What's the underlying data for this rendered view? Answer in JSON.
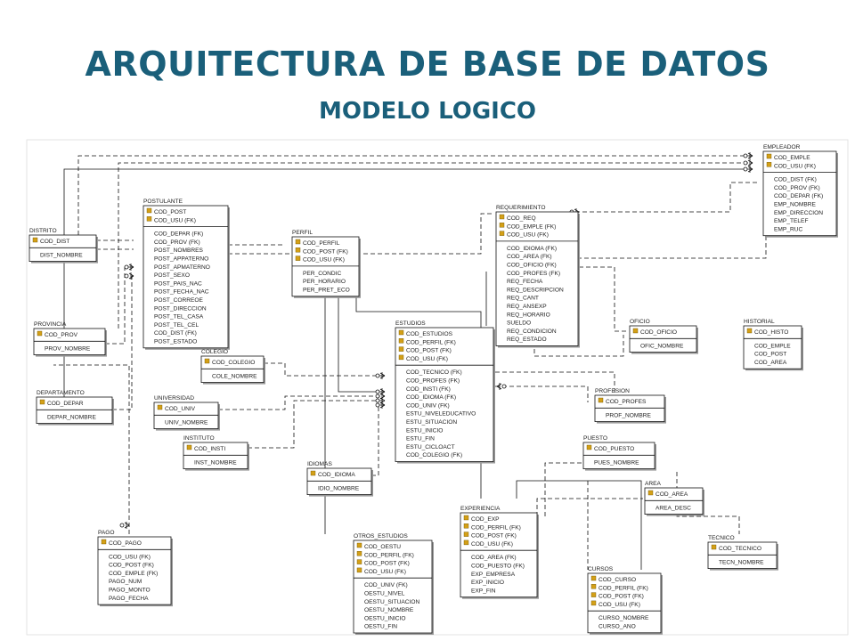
{
  "slide": {
    "title": "ARQUITECTURA DE BASE DE DATOS",
    "subtitle": "MODELO LOGICO"
  },
  "entities": [
    {
      "id": "empleador",
      "name": "EMPLEADOR",
      "pk": [
        "COD_EMPLE",
        "COD_USU (FK)"
      ],
      "attrs": [
        "COD_DIST (FK)",
        "COD_PROV (FK)",
        "COD_DEPAR (FK)",
        "EMP_NOMBRE",
        "EMP_DIRECCION",
        "EMP_TELEF",
        "EMP_RUC"
      ]
    },
    {
      "id": "postulante",
      "name": "POSTULANTE",
      "pk": [
        "COD_POST",
        "COD_USU (FK)"
      ],
      "attrs": [
        "COD_DEPAR (FK)",
        "COD_PROV (FK)",
        "POST_NOMBRES",
        "POST_APPATERNO",
        "POST_APMATERNO",
        "POST_SEXO",
        "POST_PAIS_NAC",
        "POST_FECHA_NAC",
        "POST_CORREOE",
        "POST_DIRECCION",
        "POST_TEL_CASA",
        "POST_TEL_CEL",
        "COD_DIST (FK)",
        "POST_ESTADO"
      ]
    },
    {
      "id": "requerimiento",
      "name": "REQUERIMIENTO",
      "pk": [
        "COD_REQ",
        "COD_EMPLE (FK)",
        "COD_USU (FK)"
      ],
      "attrs": [
        "COD_IDIOMA (FK)",
        "COD_AREA (FK)",
        "COD_OFICIO (FK)",
        "COD_PROFES (FK)",
        "REQ_FECHA",
        "REQ_DESCRIPCION",
        "REQ_CANT",
        "REQ_ANSEXP",
        "REQ_HORARIO",
        "SUELDO",
        "REQ_CONDICION",
        "REQ_ESTADO"
      ]
    },
    {
      "id": "distrito",
      "name": "DISTRITO",
      "pk": [
        "COD_DIST"
      ],
      "attrs": [
        "DIST_NOMBRE"
      ]
    },
    {
      "id": "perfil",
      "name": "PERFIL",
      "pk": [
        "COD_PERFIL",
        "COD_POST (FK)",
        "COD_USU (FK)"
      ],
      "attrs": [
        "PER_CONDIC",
        "PER_HORARIO",
        "PER_PRET_ECO"
      ]
    },
    {
      "id": "provincia",
      "name": "PROVINCIA",
      "pk": [
        "COD_PROV"
      ],
      "attrs": [
        "PROV_NOMBRE"
      ]
    },
    {
      "id": "estudios",
      "name": "ESTUDIOS",
      "pk": [
        "COD_ESTUDIOS",
        "COD_PERFIL (FK)",
        "COD_POST (FK)",
        "COD_USU (FK)"
      ],
      "attrs": [
        "COD_TECNICO (FK)",
        "COD_PROFES (FK)",
        "COD_INSTI (FK)",
        "COD_IDIOMA (FK)",
        "COD_UNIV (FK)",
        "ESTU_NIVELEDUCATIVO",
        "ESTU_SITUACION",
        "ESTU_INICIO",
        "ESTU_FIN",
        "ESTU_CICLOACT",
        "COD_COLEGIO (FK)"
      ]
    },
    {
      "id": "oficio",
      "name": "OFICIO",
      "pk": [
        "COD_OFICIO"
      ],
      "attrs": [
        "OFIC_NOMBRE"
      ]
    },
    {
      "id": "historial",
      "name": "HISTORIAL",
      "pk": [
        "COD_HISTO"
      ],
      "attrs": [
        "COD_EMPLE",
        "COD_POST",
        "COD_AREA"
      ]
    },
    {
      "id": "colegio",
      "name": "COLEGIO",
      "pk": [
        "COD_COLEGIO"
      ],
      "attrs": [
        "COLE_NOMBRE"
      ]
    },
    {
      "id": "departamento",
      "name": "DEPARTAMENTO",
      "pk": [
        "COD_DEPAR"
      ],
      "attrs": [
        "DEPAR_NOMBRE"
      ]
    },
    {
      "id": "universidad",
      "name": "UNIVERSIDAD",
      "pk": [
        "COD_UNIV"
      ],
      "attrs": [
        "UNIV_NOMBRE"
      ]
    },
    {
      "id": "profesion",
      "name": "PROFESION",
      "pk": [
        "COD_PROFES"
      ],
      "attrs": [
        "PROF_NOMBRE"
      ]
    },
    {
      "id": "instituto",
      "name": "INSTITUTO",
      "pk": [
        "COD_INSTI"
      ],
      "attrs": [
        "INST_NOMBRE"
      ]
    },
    {
      "id": "puesto",
      "name": "PUESTO",
      "pk": [
        "COD_PUESTO"
      ],
      "attrs": [
        "PUES_NOMBRE"
      ]
    },
    {
      "id": "idiomas",
      "name": "IDIOMAS",
      "pk": [
        "COD_IDIOMA"
      ],
      "attrs": [
        "IDIO_NOMBRE"
      ]
    },
    {
      "id": "area",
      "name": "AREA",
      "pk": [
        "COD_AREA"
      ],
      "attrs": [
        "AREA_DESC"
      ]
    },
    {
      "id": "experiencia",
      "name": "EXPERIENCIA",
      "pk": [
        "COD_EXP",
        "COD_PERFIL (FK)",
        "COD_POST (FK)",
        "COD_USU (FK)"
      ],
      "attrs": [
        "COD_AREA (FK)",
        "COD_PUESTO (FK)",
        "EXP_EMPRESA",
        "EXP_INICIO",
        "EXP_FIN"
      ]
    },
    {
      "id": "pago",
      "name": "PAGO",
      "pk": [
        "COD_PAGO"
      ],
      "attrs": [
        "COD_USU (FK)",
        "COD_POST (FK)",
        "COD_EMPLE (FK)",
        "PAGO_NUM",
        "PAGO_MONTO",
        "PAGO_FECHA"
      ]
    },
    {
      "id": "otros_estudios",
      "name": "OTROS_ESTUDIOS",
      "pk": [
        "COD_OESTU",
        "COD_PERFIL (FK)",
        "COD_POST (FK)",
        "COD_USU (FK)"
      ],
      "attrs": [
        "COD_UNIV (FK)",
        "OESTU_NIVEL",
        "OESTU_SITUACION",
        "OESTU_NOMBRE",
        "OESTU_INICIO",
        "OESTU_FIN"
      ]
    },
    {
      "id": "tecnico",
      "name": "TECNICO",
      "pk": [
        "COD_TECNICO"
      ],
      "attrs": [
        "TECN_NOMBRE"
      ]
    },
    {
      "id": "cursos",
      "name": "CURSOS",
      "pk": [
        "COD_CURSO",
        "COD_PERFIL (FK)",
        "COD_POST (FK)",
        "COD_USU (FK)"
      ],
      "attrs": [
        "CURSO_NOMBRE",
        "CURSO_ANO"
      ]
    }
  ]
}
